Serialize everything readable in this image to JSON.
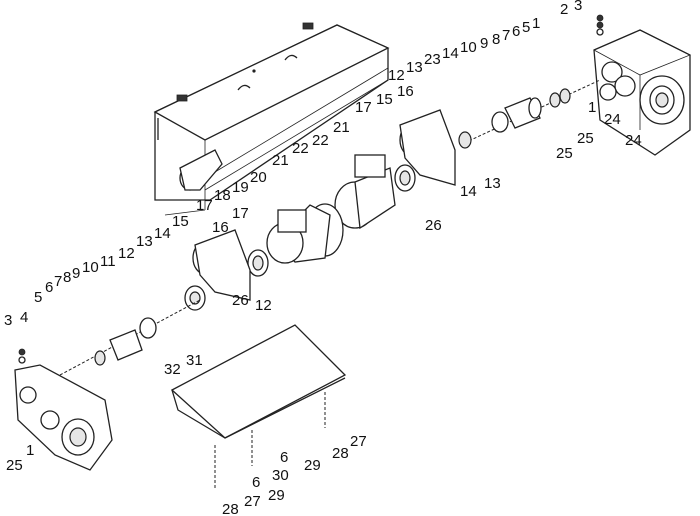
{
  "diagram": {
    "type": "exploded-parts-view",
    "colors": {
      "line": "#222222",
      "background": "#ffffff",
      "fill": "#ffffff",
      "shade": "#e6e6e6"
    },
    "callouts": {
      "top_right": [
        "1",
        "2",
        "3",
        "5",
        "6",
        "7",
        "8",
        "9",
        "10",
        "14",
        "23",
        "13",
        "12",
        "24",
        "25"
      ],
      "right_lower": [
        "1",
        "25",
        "24"
      ],
      "motor_right": [
        "16",
        "15",
        "17",
        "21",
        "22",
        "22",
        "21",
        "26",
        "14",
        "13"
      ],
      "cover": [
        "17",
        "18",
        "19",
        "20"
      ],
      "motor_left": [
        "16",
        "15",
        "17",
        "14",
        "13",
        "12",
        "11",
        "10",
        "9",
        "8",
        "7",
        "6",
        "5",
        "4",
        "3",
        "12",
        "26",
        "31",
        "32"
      ],
      "left_gearbox": [
        "1",
        "25"
      ],
      "base": [
        "6",
        "30",
        "29",
        "28",
        "27",
        "6",
        "29",
        "27",
        "28"
      ]
    }
  }
}
